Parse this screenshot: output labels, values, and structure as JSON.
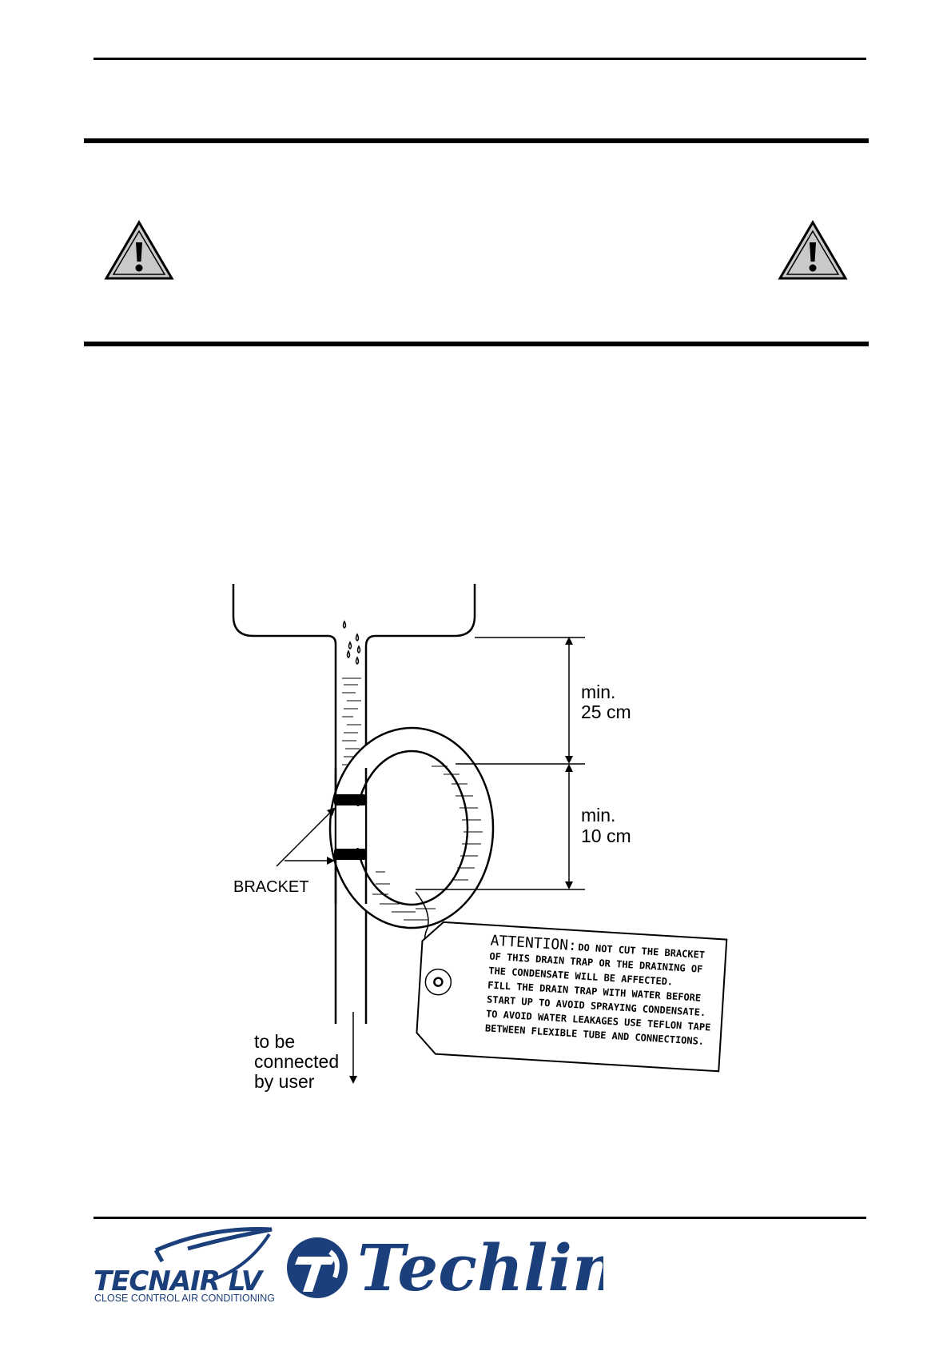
{
  "diagram": {
    "dimension_top": {
      "line1": "min.",
      "line2": "25 cm"
    },
    "dimension_bottom": {
      "line1": "min.",
      "line2": "10 cm"
    },
    "bracket_label": "BRACKET",
    "outlet_label": {
      "line1": "to be",
      "line2": "connected",
      "line3": "by user"
    },
    "tag": {
      "heading": "ATTENTION:",
      "line1": "DO NOT CUT THE BRACKET",
      "line2": "OF THIS DRAIN TRAP OR THE DRAINING OF",
      "line3": "THE CONDENSATE WILL BE AFFECTED.",
      "line4": "FILL THE DRAIN TRAP WITH WATER BEFORE",
      "line5": "START UP TO AVOID SPRAYING CONDENSATE.",
      "line6": "TO AVOID WATER LEAKAGES USE TEFLON TAPE",
      "line7": "BETWEEN FLEXIBLE TUBE AND CONNECTIONS."
    }
  },
  "footer": {
    "logo1_name": "TECNAIR LV",
    "logo1_tagline": "CLOSE CONTROL AIR CONDITIONING",
    "logo2_name": "Techline"
  },
  "icons": {
    "warning_left": "warning-triangle-icon",
    "warning_right": "warning-triangle-icon"
  },
  "colors": {
    "brand_blue": "#1b3f7a"
  }
}
